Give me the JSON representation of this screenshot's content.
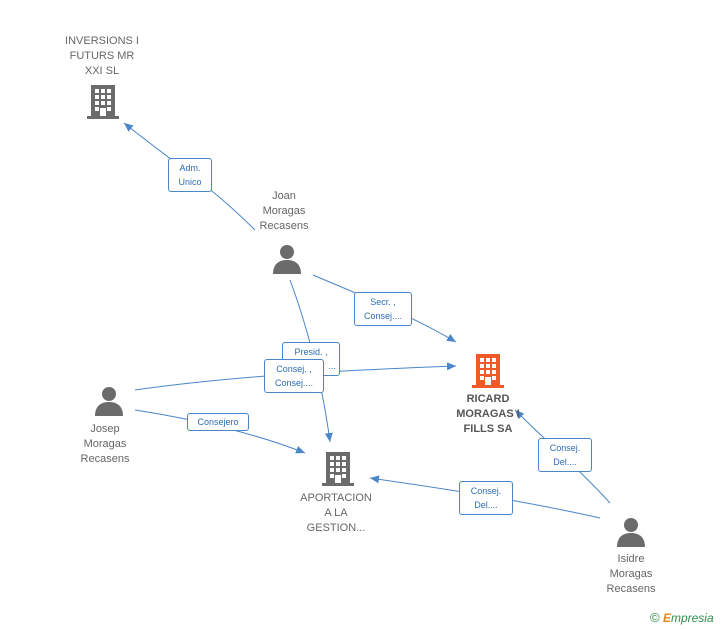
{
  "colors": {
    "edge": "#4a86c8",
    "company_icon": "#6b6b6b",
    "highlight_company_icon": "#f05a28",
    "person_icon": "#6b6b6b"
  },
  "nodes": {
    "inversions": {
      "label": [
        "INVERSIONS I",
        "FUTURS MR",
        "XXI SL"
      ],
      "type": "company-icon"
    },
    "ricard": {
      "label": [
        "RICARD",
        "MORAGAS I",
        "FILLS SA"
      ],
      "type": "company-icon-highlight"
    },
    "aportacion": {
      "label": [
        "APORTACION",
        "A LA",
        "GESTION..."
      ],
      "type": "company-icon"
    },
    "joan": {
      "label": [
        "Joan",
        "Moragas",
        "Recasens"
      ],
      "type": "person-icon"
    },
    "josep": {
      "label": [
        "Josep",
        "Moragas",
        "Recasens"
      ],
      "type": "person-icon"
    },
    "isidre": {
      "label": [
        "Isidre",
        "Moragas",
        "Recasens"
      ],
      "type": "person-icon"
    }
  },
  "edges": {
    "adm_unico": [
      "Adm.",
      "Unico"
    ],
    "secr_consej": [
      "Secr. ,",
      "Consej...."
    ],
    "presid": [
      "Presid. ,",
      "..."
    ],
    "consej_consej": [
      "Consej. ,",
      "Consej...."
    ],
    "consejero": [
      "Consejero"
    ],
    "isidre_ricard": [
      "Consej.",
      "Del...."
    ],
    "isidre_aport": [
      "Consej.",
      "Del...."
    ]
  },
  "footer": {
    "copyright_symbol": "©",
    "brand_first": "E",
    "brand_rest": "mpresia"
  }
}
